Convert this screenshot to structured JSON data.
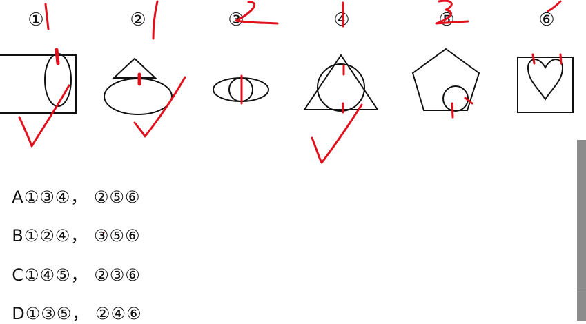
{
  "figure_labels": [
    "①",
    "②",
    "③",
    "④",
    "⑤",
    "⑥"
  ],
  "options": [
    {
      "letter": "A",
      "text": "①③④， ②⑤⑥"
    },
    {
      "letter": "B",
      "text": "①②④， ③⑤⑥"
    },
    {
      "letter": "C",
      "text": "①④⑤， ②③⑥"
    },
    {
      "letter": "D",
      "text": "①③⑤， ②④⑥"
    }
  ],
  "colors": {
    "ink": "#111111",
    "annotation": "#e0101c",
    "scrollbar": "#8c8c8c"
  }
}
